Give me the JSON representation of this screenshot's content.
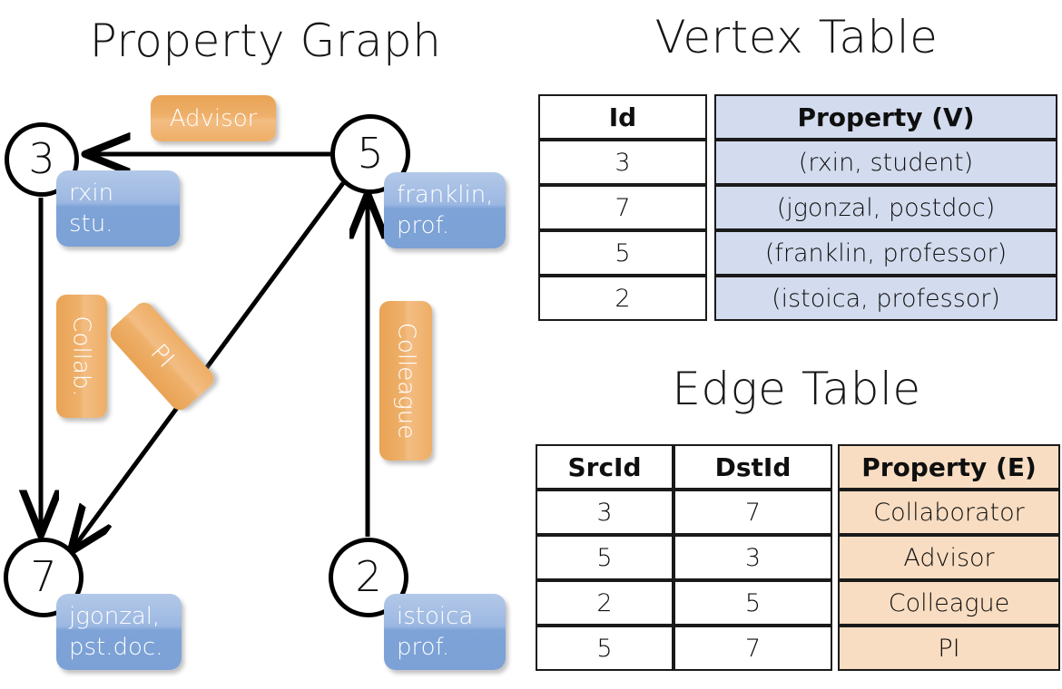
{
  "titles": {
    "property_graph": "Property Graph",
    "vertex_table": "Vertex Table",
    "edge_table": "Edge Table"
  },
  "graph": {
    "nodes": [
      {
        "id": "3",
        "label": "3",
        "property_lines": [
          "rxin",
          "stu."
        ]
      },
      {
        "id": "5",
        "label": "5",
        "property_lines": [
          "franklin,",
          "prof."
        ]
      },
      {
        "id": "7",
        "label": "7",
        "property_lines": [
          "jgonzal,",
          "pst.doc."
        ]
      },
      {
        "id": "2",
        "label": "2",
        "property_lines": [
          "istoica",
          "prof."
        ]
      }
    ],
    "edge_labels": [
      {
        "name": "advisor",
        "text": "Advisor"
      },
      {
        "name": "collab",
        "text": "Collab."
      },
      {
        "name": "pi",
        "text": "PI"
      },
      {
        "name": "colleague",
        "text": "Colleague"
      }
    ]
  },
  "vertex_table": {
    "headers": [
      "Id",
      "Property (V)"
    ],
    "rows": [
      {
        "id": "3",
        "property": "(rxin, student)"
      },
      {
        "id": "7",
        "property": "(jgonzal, postdoc)"
      },
      {
        "id": "5",
        "property": "(franklin, professor)"
      },
      {
        "id": "2",
        "property": "(istoica, professor)"
      }
    ]
  },
  "edge_table": {
    "headers": [
      "SrcId",
      "DstId",
      "Property (E)"
    ],
    "rows": [
      {
        "src": "3",
        "dst": "7",
        "property": "Collaborator"
      },
      {
        "src": "5",
        "dst": "3",
        "property": "Advisor"
      },
      {
        "src": "2",
        "dst": "5",
        "property": "Colleague"
      },
      {
        "src": "5",
        "dst": "7",
        "property": "PI"
      }
    ]
  },
  "colors": {
    "vertex_header_fill": "#d3dcee",
    "edge_header_fill": "#f8ddc2",
    "node_box_blue": "#7ba1d6",
    "edge_label_orange": "#eeae66",
    "line": "#000000"
  }
}
